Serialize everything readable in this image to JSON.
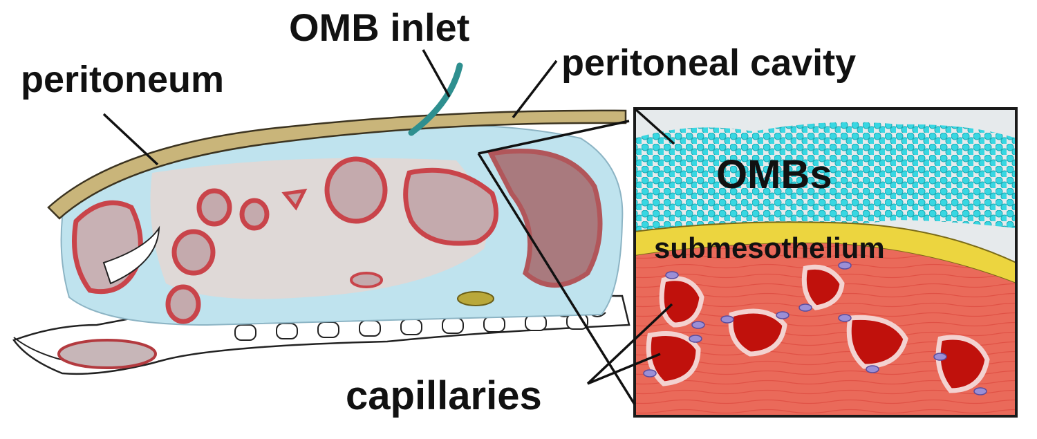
{
  "labels": {
    "peritoneum": "peritoneum",
    "omb_inlet": "OMB inlet",
    "peritoneal_cavity": "peritoneal cavity",
    "ombs": "OMBs",
    "submesothelium": "submesothelium",
    "capillaries": "capillaries"
  },
  "colors": {
    "peritoneum_wall": "#c9b57a",
    "cavity_fluid": "#bfe3ee",
    "tissue": "#eadbd2",
    "vessel_wall": "#c9444a",
    "organ": "#c7aeb1",
    "large_organ": "#a9787c",
    "inlet_tube": "#2e8f8f",
    "microbubbles": "#35d6e0",
    "mesothelium": "#ecd53f",
    "submesothelial_tissue": "#ea6a5a",
    "capillary_lumen": "#c0110c",
    "inset_frame": "#1a1a1a"
  }
}
